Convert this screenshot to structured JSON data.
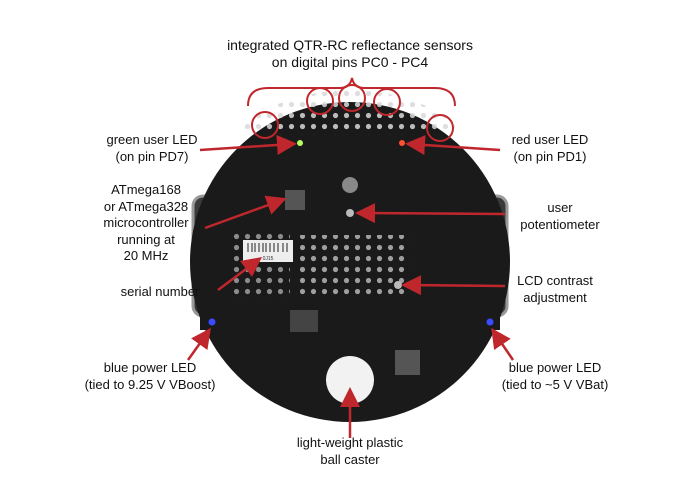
{
  "title": [
    "integrated QTR-RC reflectance sensors",
    "on digital pins PC0 - PC4"
  ],
  "labels": {
    "green_led": [
      "green user LED",
      "(on pin PD7)"
    ],
    "red_led": [
      "red user LED",
      "(on pin PD1)"
    ],
    "mcu": [
      "ATmega168",
      "or ATmega328",
      "microcontroller",
      "running at",
      "20 MHz"
    ],
    "serial": [
      "serial number"
    ],
    "pot": [
      "user",
      "potentiometer"
    ],
    "lcd": [
      "LCD contrast",
      "adjustment"
    ],
    "blue_left": [
      "blue power LED",
      "(tied to 9.25 V VBoost)"
    ],
    "blue_right": [
      "blue power LED",
      "(tied to ~5 V VBat)"
    ],
    "caster": [
      "light-weight plastic",
      "ball caster"
    ]
  },
  "serial_sticker": "0J15",
  "colors": {
    "annotation": "#c0272d",
    "board": "#1a1a1a",
    "green_led": "#b8ff60",
    "red_led": "#ff5030",
    "blue_led": "#3a4cff"
  }
}
